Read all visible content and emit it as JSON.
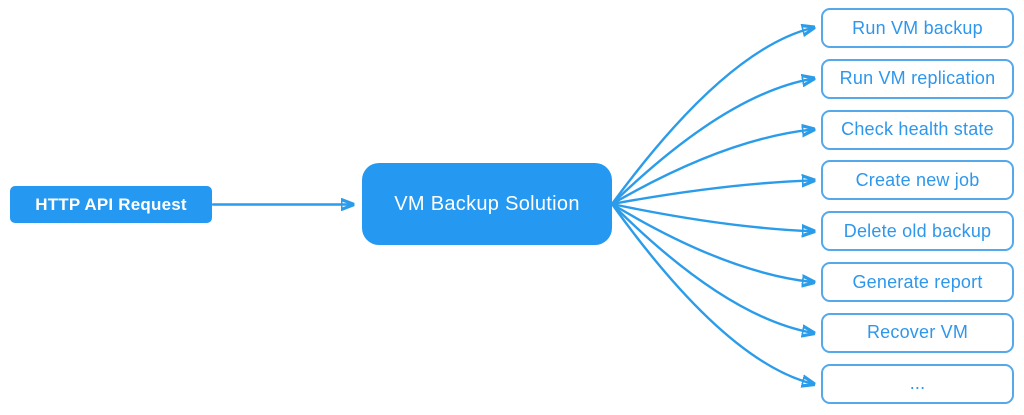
{
  "diagram": {
    "source": {
      "label": "HTTP API Request"
    },
    "hub": {
      "label": "VM Backup Solution"
    },
    "targets": [
      {
        "label": "Run VM backup"
      },
      {
        "label": "Run VM replication"
      },
      {
        "label": "Check health state"
      },
      {
        "label": "Create new job"
      },
      {
        "label": "Delete old backup"
      },
      {
        "label": "Generate report"
      },
      {
        "label": "Recover VM"
      },
      {
        "label": "..."
      }
    ],
    "colors": {
      "node_fill": "#2598f1",
      "node_text": "#ffffff",
      "arrow": "#2b9ce9",
      "target_border": "#55a8e9",
      "target_text": "#2e97ec",
      "background": "#ffffff"
    }
  }
}
